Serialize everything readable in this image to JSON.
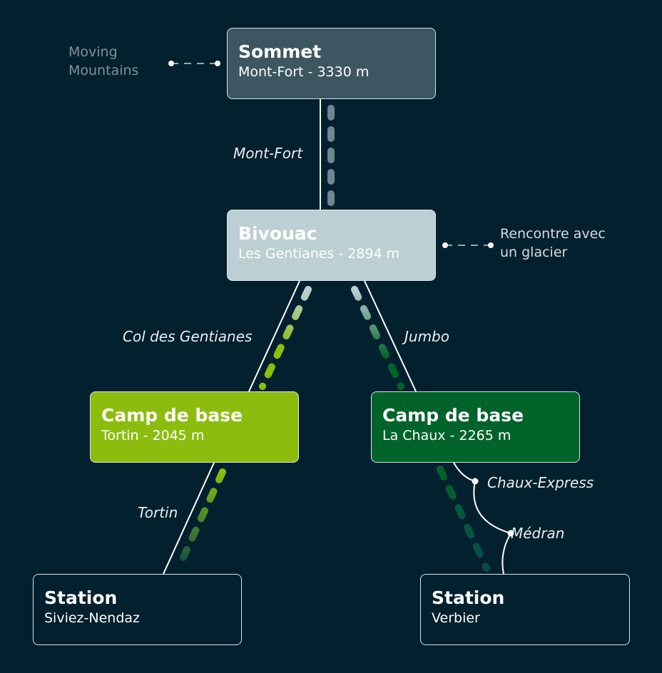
{
  "nodes": {
    "sommet": {
      "title": "Sommet",
      "subtitle": "Mont-Fort - 3330 m",
      "color": "#3c5761"
    },
    "bivouac": {
      "title": "Bivouac",
      "subtitle": "Les Gentianes - 2894 m",
      "color": "#bccfd3"
    },
    "camp_tortin": {
      "title": "Camp de base",
      "subtitle": "Tortin - 2045 m",
      "color": "#8cbd0e"
    },
    "camp_chaux": {
      "title": "Camp de base",
      "subtitle": "La Chaux - 2265 m",
      "color": "#00642a"
    },
    "station_nendaz": {
      "title": "Station",
      "subtitle": "Siviez-Nendaz"
    },
    "station_verbier": {
      "title": "Station",
      "subtitle": "Verbier"
    }
  },
  "links": {
    "montfort": "Mont-Fort",
    "col": "Col des Gentianes",
    "jumbo": "Jumbo",
    "tortin": "Tortin",
    "chaux_express": "Chaux-Express",
    "medran": "Médran"
  },
  "notes": {
    "moving_1": "Moving",
    "moving_2": "Mountains",
    "glacier_1": "Rencontre avec",
    "glacier_2": "un glacier"
  }
}
